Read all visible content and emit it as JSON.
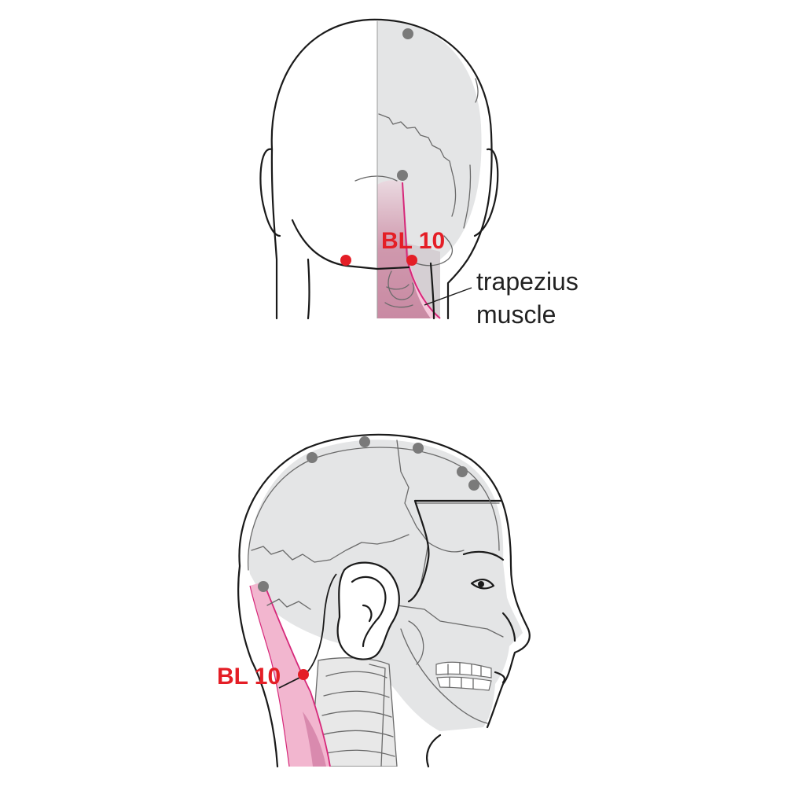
{
  "colors": {
    "acupoint_red": "#e41e26",
    "landmark_gray": "#7a7a7a",
    "bone_gray": "#e4e5e6",
    "muscle_pink": "#f2b6cf",
    "muscle_line": "#d6287a",
    "outline": "#1a1a1a"
  },
  "back_view": {
    "point_label": "BL 10",
    "muscle_label_line1": "trapezius",
    "muscle_label_line2": "muscle"
  },
  "side_view": {
    "point_label": "BL 10"
  }
}
